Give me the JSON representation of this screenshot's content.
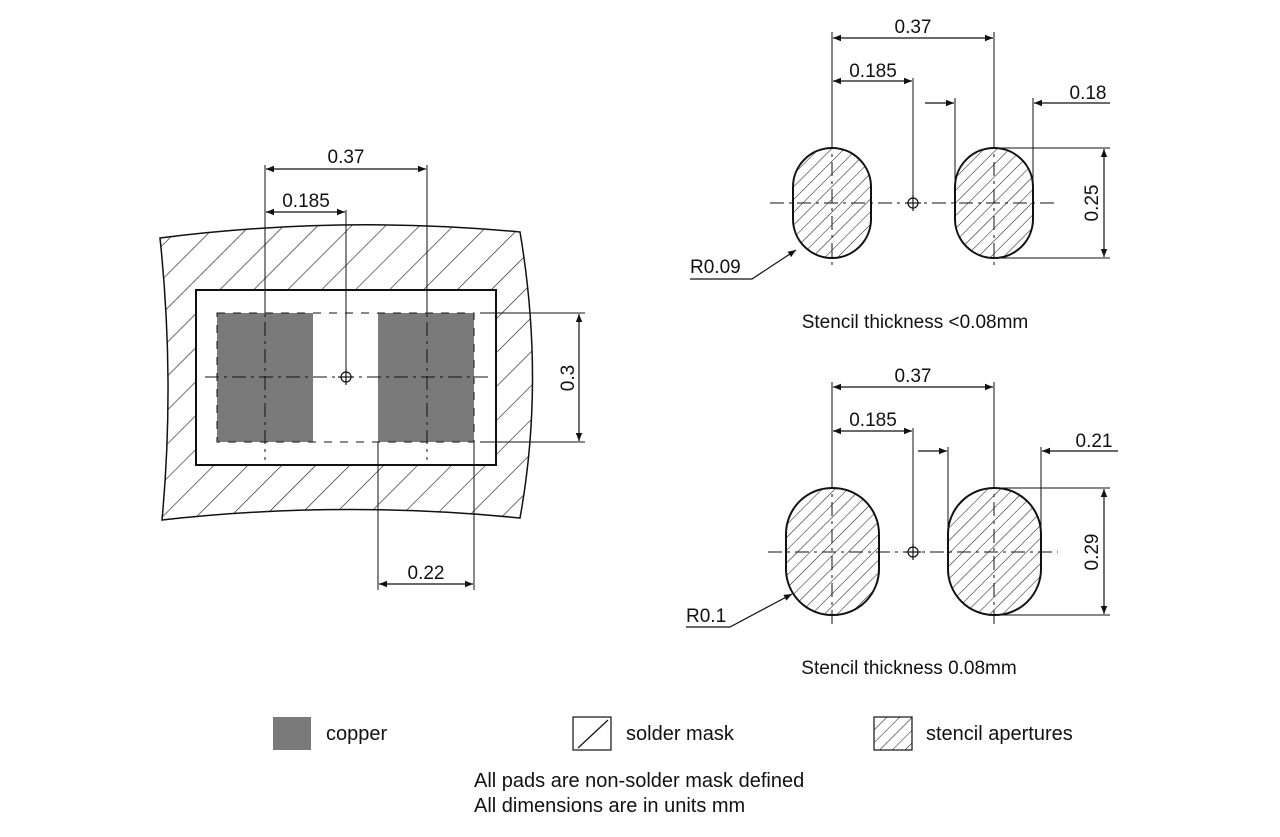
{
  "footprint": {
    "pitch_label": "0.37",
    "half_pitch_label": "0.185",
    "pad_height_label": "0.3",
    "pad_width_label": "0.22"
  },
  "stencil_a": {
    "pitch_label": "0.37",
    "half_pitch_label": "0.185",
    "aperture_width_label": "0.18",
    "aperture_height_label": "0.25",
    "radius_label": "R0.09",
    "caption": "Stencil thickness <0.08mm"
  },
  "stencil_b": {
    "pitch_label": "0.37",
    "half_pitch_label": "0.185",
    "aperture_width_label": "0.21",
    "aperture_height_label": "0.29",
    "radius_label": "R0.1",
    "caption": "Stencil thickness 0.08mm"
  },
  "legend": {
    "copper_label": "copper",
    "solder_mask_label": "solder mask",
    "stencil_label": "stencil apertures"
  },
  "notes": {
    "line1": "All pads are non-solder mask defined",
    "line2": "All dimensions are in units mm"
  },
  "colors": {
    "copper": "#7a7a7a",
    "line": "#111111",
    "background": "#ffffff"
  }
}
